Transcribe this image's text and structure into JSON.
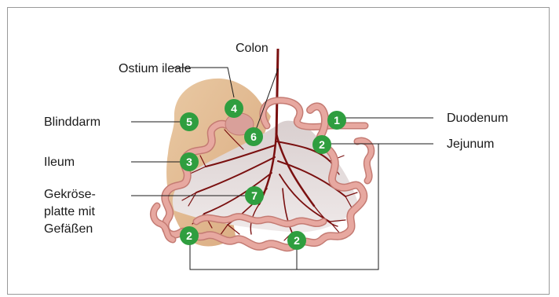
{
  "labels": {
    "colon": "Colon",
    "ostium_ileale": "Ostium ileale",
    "blinddarm": "Blinddarm",
    "ileum": "Ileum",
    "gekroese_line1": "Gekröse-",
    "gekroese_line2": "platte mit",
    "gekroese_line3": "Gefäßen",
    "duodenum": "Duodenum",
    "jejunum": "Jejunum"
  },
  "markers": {
    "m1": "1",
    "m2a": "2",
    "m2b": "2",
    "m2c": "2",
    "m3": "3",
    "m4": "4",
    "m5": "5",
    "m6": "6",
    "m7": "7"
  },
  "colors": {
    "marker_green": "#2f9e3f",
    "intestine": "#e7a8a0",
    "intestine_edge": "#c47b73",
    "cecum": "#e6c09a",
    "mesentery": "#e4dcdc",
    "vessels": "#7a1010"
  }
}
